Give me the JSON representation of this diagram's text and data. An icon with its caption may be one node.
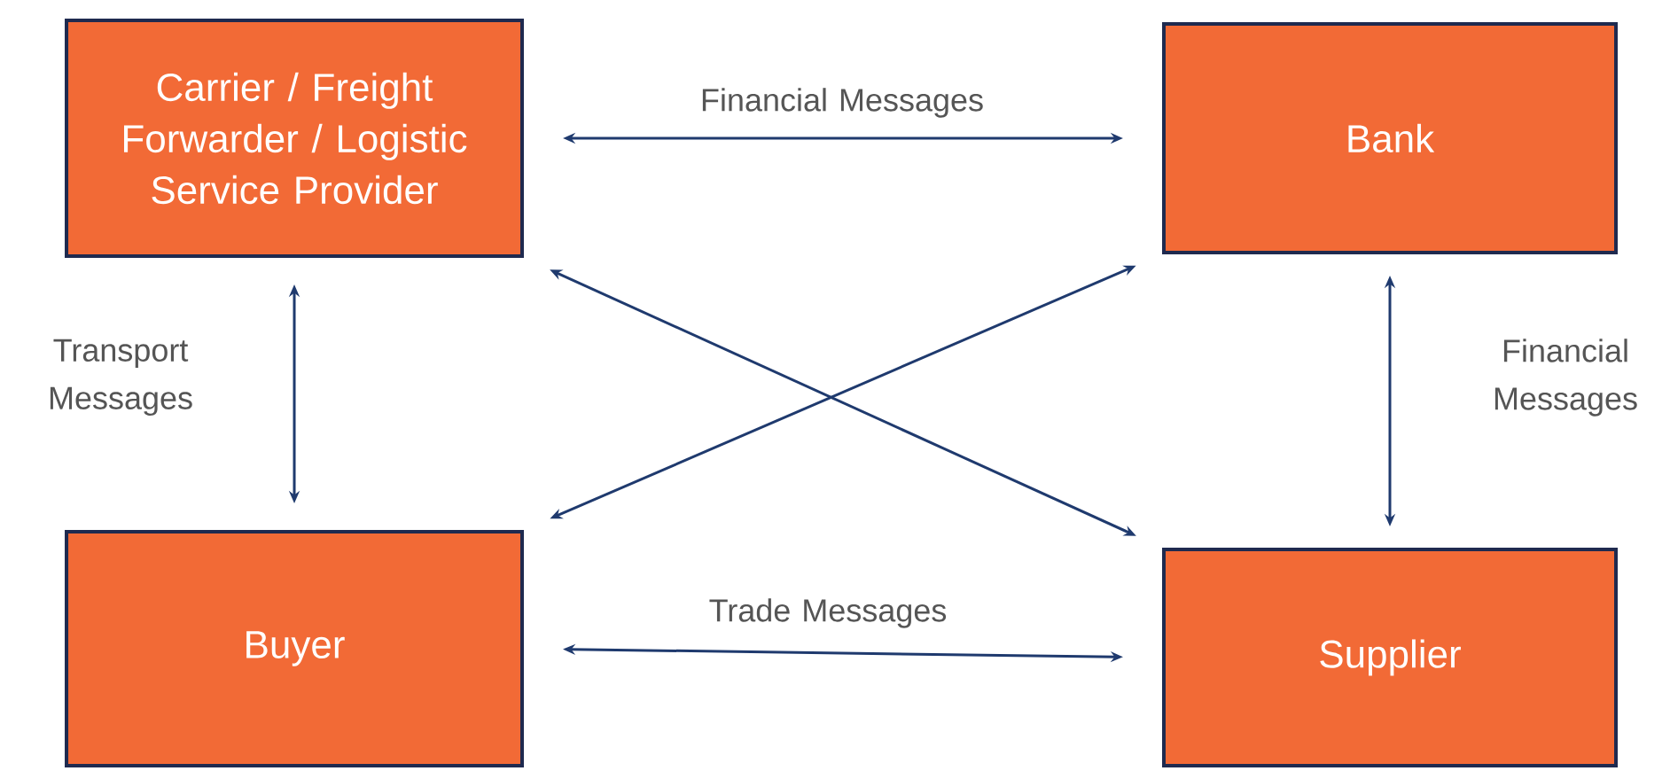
{
  "diagram": {
    "nodes": [
      {
        "text": [
          "Carrier / Freight Forwarder / Logistic Service Provider"
        ]
      },
      {
        "text": [
          "Bank"
        ]
      },
      {
        "text": [
          "Buyer"
        ]
      },
      {
        "text": [
          "Supplier"
        ]
      }
    ],
    "edges": [
      {
        "from": 0,
        "to": 1,
        "arrow": "both",
        "label": "Financial Messages"
      },
      {
        "from": 0,
        "to": 2,
        "arrow": "both",
        "label": "Transport Messages"
      },
      {
        "from": 1,
        "to": 3,
        "arrow": "both",
        "label": "Financial Messages"
      },
      {
        "from": 2,
        "to": 3,
        "arrow": "both",
        "label": "Trade Messages"
      },
      {
        "from": 0,
        "to": 3,
        "arrow": "both"
      },
      {
        "from": 2,
        "to": 1,
        "arrow": "both"
      }
    ]
  }
}
